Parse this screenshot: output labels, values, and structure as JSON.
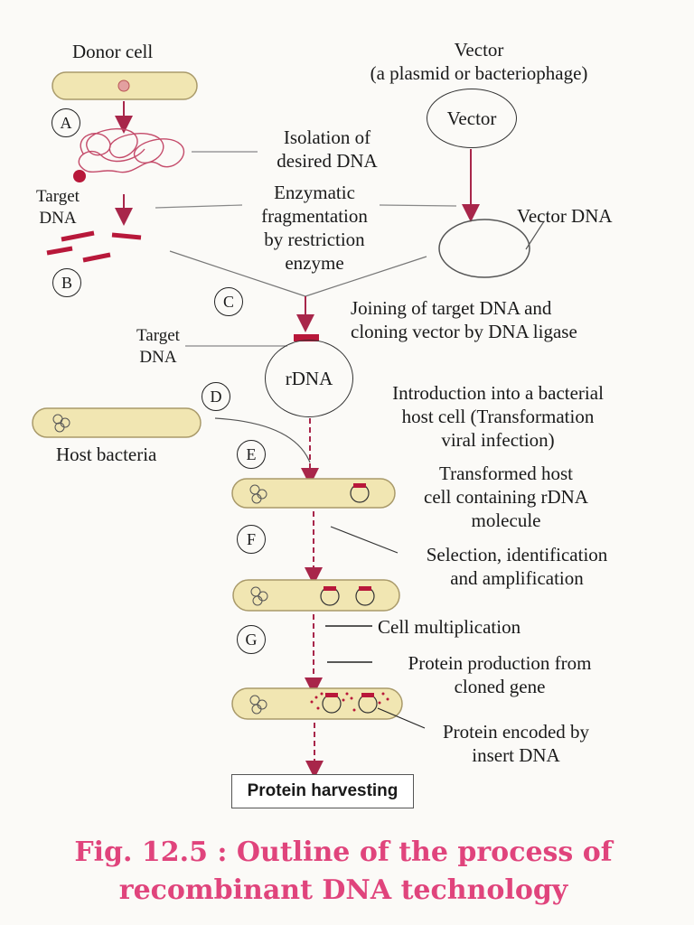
{
  "labels": {
    "donor_cell": "Donor cell",
    "vector_title_1": "Vector",
    "vector_title_2": "(a plasmid or bacteriophage)",
    "vector_inner": "Vector",
    "isolation": [
      "Isolation of",
      "desired DNA"
    ],
    "target_dna_1": [
      "Target",
      "DNA"
    ],
    "enzymatic": [
      "Enzymatic",
      "fragmentation",
      "by restriction",
      "enzyme"
    ],
    "vector_dna": "Vector DNA",
    "joining": [
      "Joining of target DNA and",
      "cloning vector by DNA ligase"
    ],
    "target_dna_2": [
      "Target",
      "DNA"
    ],
    "rdna": "rDNA",
    "introduction": [
      "Introduction into a bacterial",
      "host cell (Transformation",
      "viral infection)"
    ],
    "host_bacteria": "Host bacteria",
    "transformed": [
      "Transformed host",
      "cell containing rDNA",
      "molecule"
    ],
    "selection": [
      "Selection, identification",
      "and amplification"
    ],
    "multiplication": "Cell multiplication",
    "protein_production": [
      "Protein production from",
      "cloned gene"
    ],
    "protein_encoded": [
      "Protein encoded by",
      "insert DNA"
    ],
    "harvesting": "Protein harvesting"
  },
  "steps": [
    "A",
    "B",
    "C",
    "D",
    "E",
    "F",
    "G"
  ],
  "caption": [
    "Fig. 12.5 : Outline of the process of",
    "recombinant DNA technology"
  ],
  "colors": {
    "arrow": "#a8264a",
    "dna_segment": "#b8183a",
    "cell_fill": "#f1e6b2",
    "cell_border": "#a99a6a",
    "caption": "#e0447c"
  }
}
